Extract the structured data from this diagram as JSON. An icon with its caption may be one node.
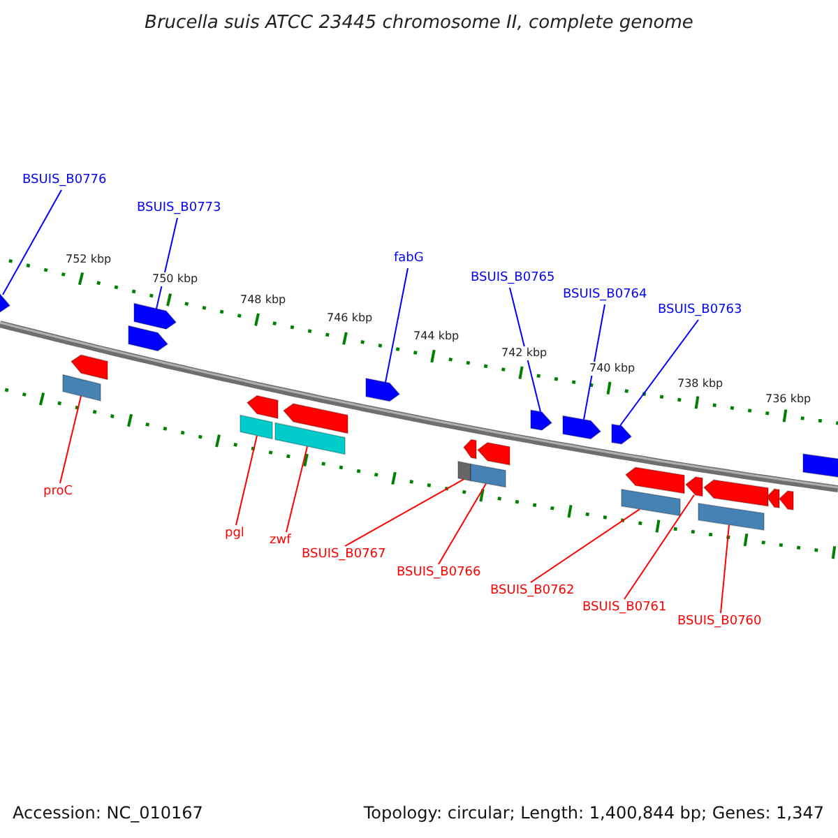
{
  "diagram": {
    "title": "Brucella suis ATCC 23445 chromosome II, complete genome",
    "nodes": [
      {
        "text": [
          "BSUIS_B0776"
        ]
      },
      {
        "text": [
          "BSUIS_B0773"
        ]
      },
      {
        "text": [
          "fabG"
        ]
      },
      {
        "text": [
          "BSUIS_B0765"
        ]
      },
      {
        "text": [
          "BSUIS_B0764"
        ]
      },
      {
        "text": [
          "BSUIS_B0763"
        ]
      },
      {
        "text": [
          "proC"
        ]
      },
      {
        "text": [
          "pgl"
        ]
      },
      {
        "text": [
          "zwf"
        ]
      },
      {
        "text": [
          "BSUIS_B0767"
        ]
      },
      {
        "text": [
          "BSUIS_B0766"
        ]
      },
      {
        "text": [
          "BSUIS_B0762"
        ]
      },
      {
        "text": [
          "BSUIS_B0761"
        ]
      },
      {
        "text": [
          "BSUIS_B0760"
        ]
      },
      {
        "text": [],
        "shape": "arrow"
      },
      {
        "text": [],
        "shape": "bar"
      },
      {
        "text": [],
        "shape": "arrow"
      },
      {
        "text": [],
        "shape": "arrow"
      },
      {
        "text": [],
        "shape": "arrow"
      },
      {
        "text": [],
        "shape": "bar"
      },
      {
        "text": [],
        "shape": "arrow"
      },
      {
        "text": [],
        "shape": "bar"
      },
      {
        "text": [],
        "shape": "arrow"
      },
      {
        "text": [],
        "shape": "arrow"
      },
      {
        "text": [],
        "shape": "bar"
      },
      {
        "text": [],
        "shape": "arrow"
      },
      {
        "text": [],
        "shape": "bar"
      },
      {
        "text": [],
        "shape": "arrow"
      },
      {
        "text": [],
        "shape": "arrow"
      },
      {
        "text": [],
        "shape": "arrow"
      },
      {
        "text": [],
        "shape": "arrow"
      },
      {
        "text": [],
        "shape": "bar"
      },
      {
        "text": [],
        "shape": "arrow"
      },
      {
        "text": [],
        "shape": "arrow"
      },
      {
        "text": [],
        "shape": "bar"
      },
      {
        "text": [],
        "shape": "arrow"
      },
      {
        "text": [],
        "shape": "arrow"
      },
      {
        "text": [],
        "shape": "arrow"
      },
      {
        "text": [],
        "shape": "arrow"
      }
    ],
    "edges": [
      {
        "from": 0,
        "to": 14,
        "arrow": "none",
        "color": "#0000ff"
      },
      {
        "from": 1,
        "to": 18,
        "arrow": "none",
        "color": "#0000ff"
      },
      {
        "from": 2,
        "to": 23,
        "arrow": "none",
        "color": "#0000ff"
      },
      {
        "from": 3,
        "to": 28,
        "arrow": "none",
        "color": "#0000ff"
      },
      {
        "from": 4,
        "to": 29,
        "arrow": "none",
        "color": "#0000ff"
      },
      {
        "from": 5,
        "to": 30,
        "arrow": "none",
        "color": "#0000ff"
      },
      {
        "from": 6,
        "to": 15,
        "arrow": "none"
      },
      {
        "from": 7,
        "to": 19,
        "arrow": "none"
      },
      {
        "from": 8,
        "to": 21,
        "arrow": "none"
      },
      {
        "from": 9,
        "to": 24,
        "arrow": "none"
      },
      {
        "from": 10,
        "to": 26,
        "arrow": "none"
      },
      {
        "from": 11,
        "to": 31,
        "arrow": "none"
      },
      {
        "from": 12,
        "to": 33,
        "arrow": "none"
      },
      {
        "from": 13,
        "to": 34,
        "arrow": "none"
      }
    ],
    "labels": [
      "752 kbp",
      "750 kbp",
      "748 kbp",
      "746 kbp",
      "744 kbp",
      "742 kbp",
      "740 kbp",
      "738 kbp",
      "736 kbp",
      "Accession: NC_010167",
      "Topology: circular; Length: 1,400,844 bp; Genes: 1,347"
    ]
  }
}
